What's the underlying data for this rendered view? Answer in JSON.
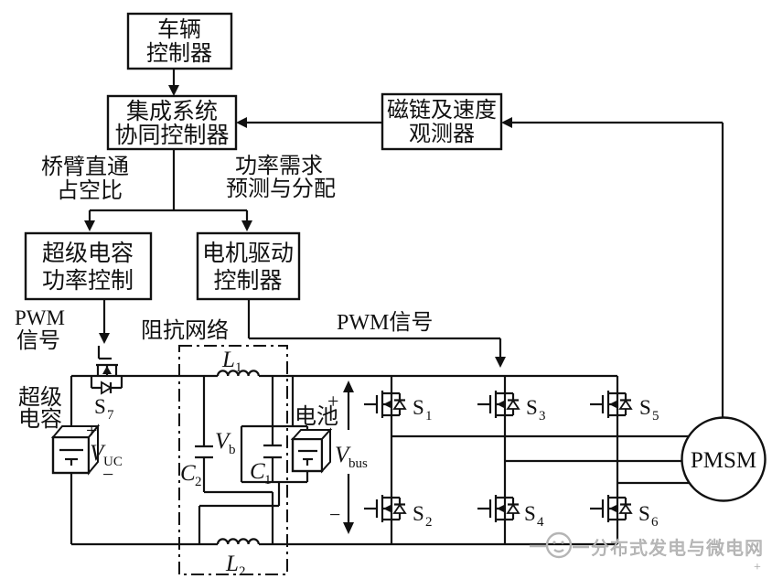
{
  "blocks": {
    "vehicle_controller": {
      "line1": "车辆",
      "line2": "控制器"
    },
    "integrated_controller": {
      "line1": "集成系统",
      "line2": "协同控制器"
    },
    "flux_speed_observer": {
      "line1": "磁链及速度",
      "line2": "观测器"
    },
    "supercap_power_control": {
      "line1": "超级电容",
      "line2": "功率控制"
    },
    "motor_drive_controller": {
      "line1": "电机驱动",
      "line2": "控制器"
    }
  },
  "annotations": {
    "bridge_arm_duty": {
      "line1": "桥臂直通",
      "line2": "占空比"
    },
    "power_demand": {
      "line1": "功率需求",
      "line2": "预测与分配"
    },
    "pwm_left": {
      "line1": "PWM",
      "line2": "信号"
    },
    "pwm_right": "PWM信号",
    "impedance_network": "阻抗网络",
    "supercapacitor": {
      "line1": "超级",
      "line2": "电容"
    },
    "battery": "电池",
    "pmsm": "PMSM"
  },
  "components": {
    "v_uc": {
      "symbol": "V",
      "sub": "UC",
      "plus": "+",
      "minus": "−"
    },
    "v_b": {
      "symbol": "V",
      "sub": "b"
    },
    "v_bus": {
      "symbol": "V",
      "sub": "bus",
      "plus": "+",
      "minus": "−"
    },
    "l1": {
      "symbol": "L",
      "sub": "1"
    },
    "l2": {
      "symbol": "L",
      "sub": "2"
    },
    "c1": {
      "symbol": "C",
      "sub": "1"
    },
    "c2": {
      "symbol": "C",
      "sub": "2"
    },
    "s1": {
      "symbol": "S",
      "sub": "1"
    },
    "s2": {
      "symbol": "S",
      "sub": "2"
    },
    "s3": {
      "symbol": "S",
      "sub": "3"
    },
    "s4": {
      "symbol": "S",
      "sub": "4"
    },
    "s5": {
      "symbol": "S",
      "sub": "5"
    },
    "s6": {
      "symbol": "S",
      "sub": "6"
    },
    "s7": {
      "symbol": "S",
      "sub": "7"
    }
  },
  "watermark": {
    "text": "分布式发电与微电网",
    "plus": "+"
  },
  "colors": {
    "line": "#111111",
    "background": "#ffffff",
    "watermark": "#bdbdbd"
  }
}
